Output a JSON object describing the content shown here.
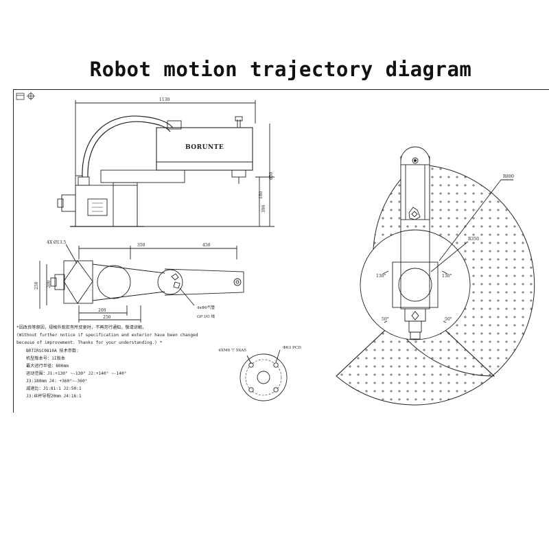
{
  "title": "Robot motion trajectory diagram",
  "side_view": {
    "dim_total_width": "1130",
    "dim_total_height": "650",
    "dim_column": "180",
    "dim_base_height": "390",
    "brand_label": "BORUNTE"
  },
  "top_view": {
    "dim_hole": "4X Ø13.5",
    "dim_arm1": "350",
    "dim_arm2": "450",
    "dim_base_outer": "250",
    "dim_base_inner": "200",
    "dim_bottom_a": "200",
    "dim_bottom_b": "250",
    "callout_air": "4xΦ6气管",
    "callout_io": "GP I/O 线"
  },
  "flange": {
    "callout_holes": "4XM6 ▽ 5XA5",
    "callout_pcd": "Φ63 PCD"
  },
  "workspace": {
    "radius_outer": "R800",
    "radius_inner": "R350",
    "angle_left": "130°",
    "angle_right": "130°",
    "angle_bl": "50°",
    "angle_br": "50°"
  },
  "notes": [
    "*因改良等原因，规格外观若有所变更时，不再另行通知，敬请谅解。",
    "(Without further notice if specification and exterior have been changed",
    " because of improvement. Thanks for your understanding.) *",
    "BRTIRSC0810A 技术参数:",
    "机型版本号：1I版本",
    "最大运行半径：800mm",
    "运动范围：J1:+130° ~-130°    J2:+140° ~-140°",
    "         J3:180mm          J4: +360°~-360°",
    "减速比：J1:81:1            J2:50:1",
    "        J3:丝杆导程20mm  J4:16:1"
  ],
  "toolbar_icons": [
    "layout-icon",
    "crosshair-icon"
  ]
}
